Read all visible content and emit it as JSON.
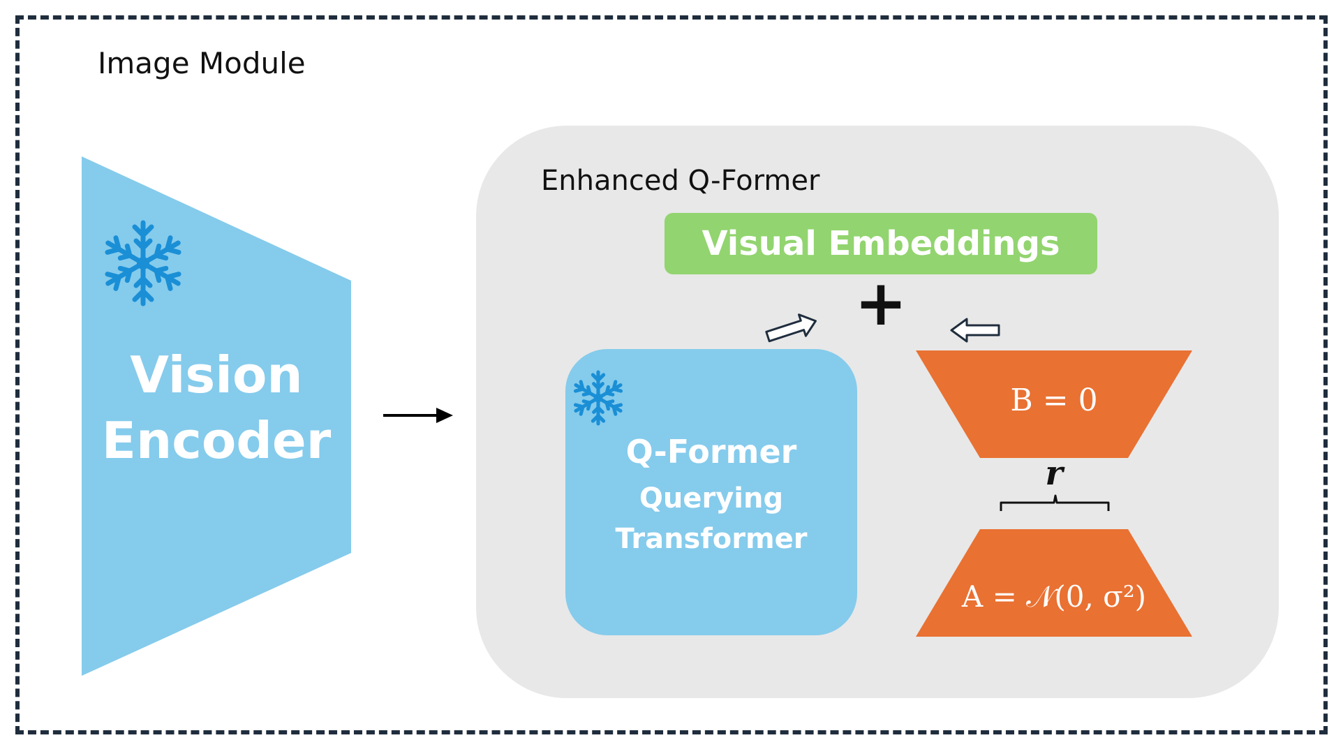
{
  "module": {
    "title": "Image Module"
  },
  "encoder": {
    "line1": "Vision",
    "line2": "Encoder",
    "icon": "snowflake-icon",
    "color": "#85cbec"
  },
  "qformer_panel": {
    "title": "Enhanced Q-Former",
    "background": "#e8e8e8"
  },
  "visual_embeddings": {
    "label": "Visual Embeddings",
    "color": "#92d46f"
  },
  "plus_sign": "+",
  "qformer": {
    "title": "Q-Former",
    "line1": "Querying",
    "line2": "Transformer",
    "icon": "snowflake-icon",
    "color": "#85cbec"
  },
  "lora": {
    "b_label": "B = 0",
    "rank_label": "r",
    "a_label": "A = 𝒩(0, σ²)",
    "color": "#e97132"
  }
}
